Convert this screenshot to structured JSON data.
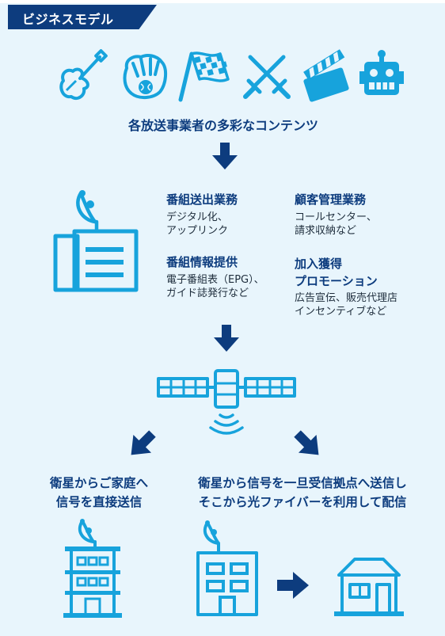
{
  "header": {
    "title": "ビジネスモデル"
  },
  "content_icons": [
    "guitar-icon",
    "baseball-glove-icon",
    "checkered-flag-icon",
    "crossed-swords-icon",
    "clapperboard-icon",
    "robot-icon"
  ],
  "content_label": "各放送事業者の多彩なコンテンツ",
  "services": [
    {
      "title": "番組送出業務",
      "lines": [
        "デジタル化、",
        "アップリンク"
      ]
    },
    {
      "title": "顧客管理業務",
      "lines": [
        "コールセンター、",
        "請求収納など"
      ]
    },
    {
      "title": "番組情報提供",
      "lines": [
        "電子番組表（EPG）、",
        "ガイド誌発行など"
      ]
    },
    {
      "title_lines": [
        "加入獲得",
        "プロモーション"
      ],
      "lines": [
        "広告宣伝、販売代理店",
        "インセンティブなど"
      ]
    }
  ],
  "routes": {
    "direct": [
      "衛星からご家庭へ",
      "信号を直接送信"
    ],
    "fiber": [
      "衛星から信号を一旦受信拠点へ送信し",
      "そこから光ファイバーを利用して配信"
    ]
  },
  "colors": {
    "navy": "#0d3c7e",
    "cyan": "#17a3dc",
    "background": "#e8f5fc"
  }
}
